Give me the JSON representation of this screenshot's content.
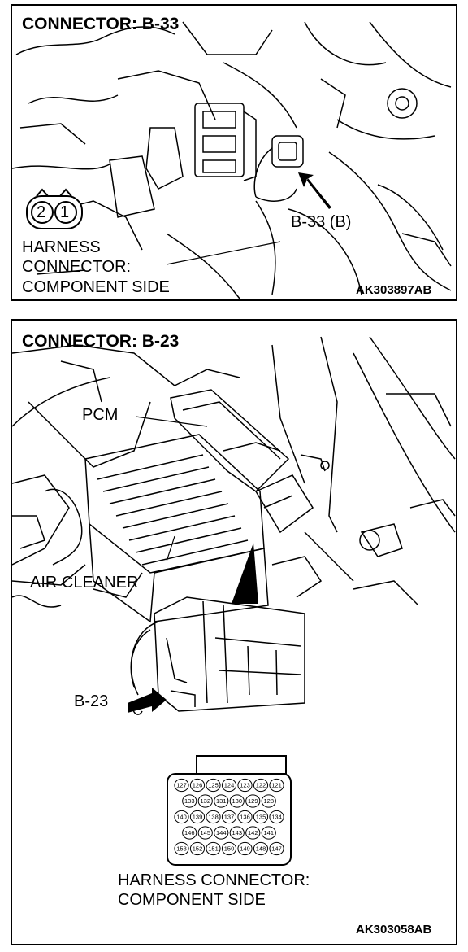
{
  "top": {
    "header": "CONNECTOR: B-33",
    "pins": [
      "2",
      "1"
    ],
    "harness_line1": "HARNESS",
    "harness_line2": "CONNECTOR:",
    "harness_line3": "COMPONENT SIDE",
    "callout": "B-33 (B)",
    "code": "AK303897AB"
  },
  "bottom": {
    "header": "CONNECTOR: B-23",
    "pcm_label": "PCM",
    "air_cleaner_label": "AIR CLEANER",
    "callout": "B-23",
    "pin_rows": [
      [
        "127",
        "126",
        "125",
        "124",
        "123",
        "122",
        "121"
      ],
      [
        "133",
        "132",
        "131",
        "130",
        "129",
        "128"
      ],
      [
        "140",
        "139",
        "138",
        "137",
        "136",
        "135",
        "134"
      ],
      [
        "146",
        "145",
        "144",
        "143",
        "142",
        "141"
      ],
      [
        "153",
        "152",
        "151",
        "150",
        "149",
        "148",
        "147"
      ]
    ],
    "harness_line1": "HARNESS CONNECTOR:",
    "harness_line2": "COMPONENT SIDE",
    "code": "AK303058AB"
  }
}
